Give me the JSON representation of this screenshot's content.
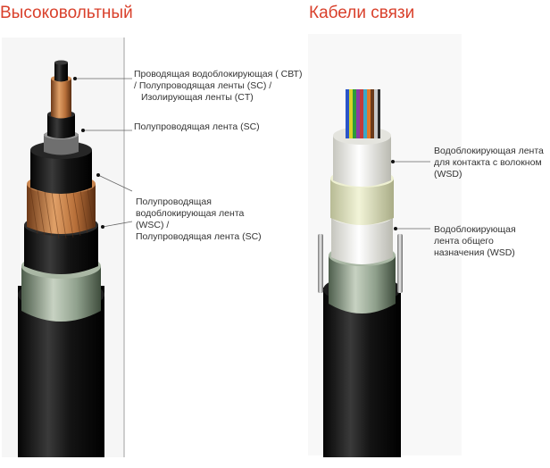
{
  "sections": [
    {
      "title": "Высоковольтный"
    },
    {
      "title": "Кабели связи"
    }
  ],
  "labels": {
    "hv_conductor": [
      "Проводящая водоблокирующая ( СВТ)",
      "/ Полупроводящая ленты (SC) /",
      "Изолирующая ленты (CT)"
    ],
    "hv_semi_tape": [
      "Полупроводящая лента (SC)"
    ],
    "hv_wsc": [
      "Полупроводящая",
      "водоблокирующая лента",
      "(WSC) /",
      "Полупроводящая лента (SC)"
    ],
    "comm_fiber": [
      "Водоблокирующая лента",
      "для контакта с волокном",
      "(WSD)"
    ],
    "comm_general": [
      "Водоблокирующая",
      "лента общего",
      "назначения (WSD)"
    ]
  },
  "colors": {
    "title": "#d9402b",
    "jacket": "#1a1a1a",
    "copper": "#b8703a",
    "sheath": "#8fa08c",
    "tape_white": "#eeeee6",
    "tape_yellow": "#e4e6c4"
  }
}
